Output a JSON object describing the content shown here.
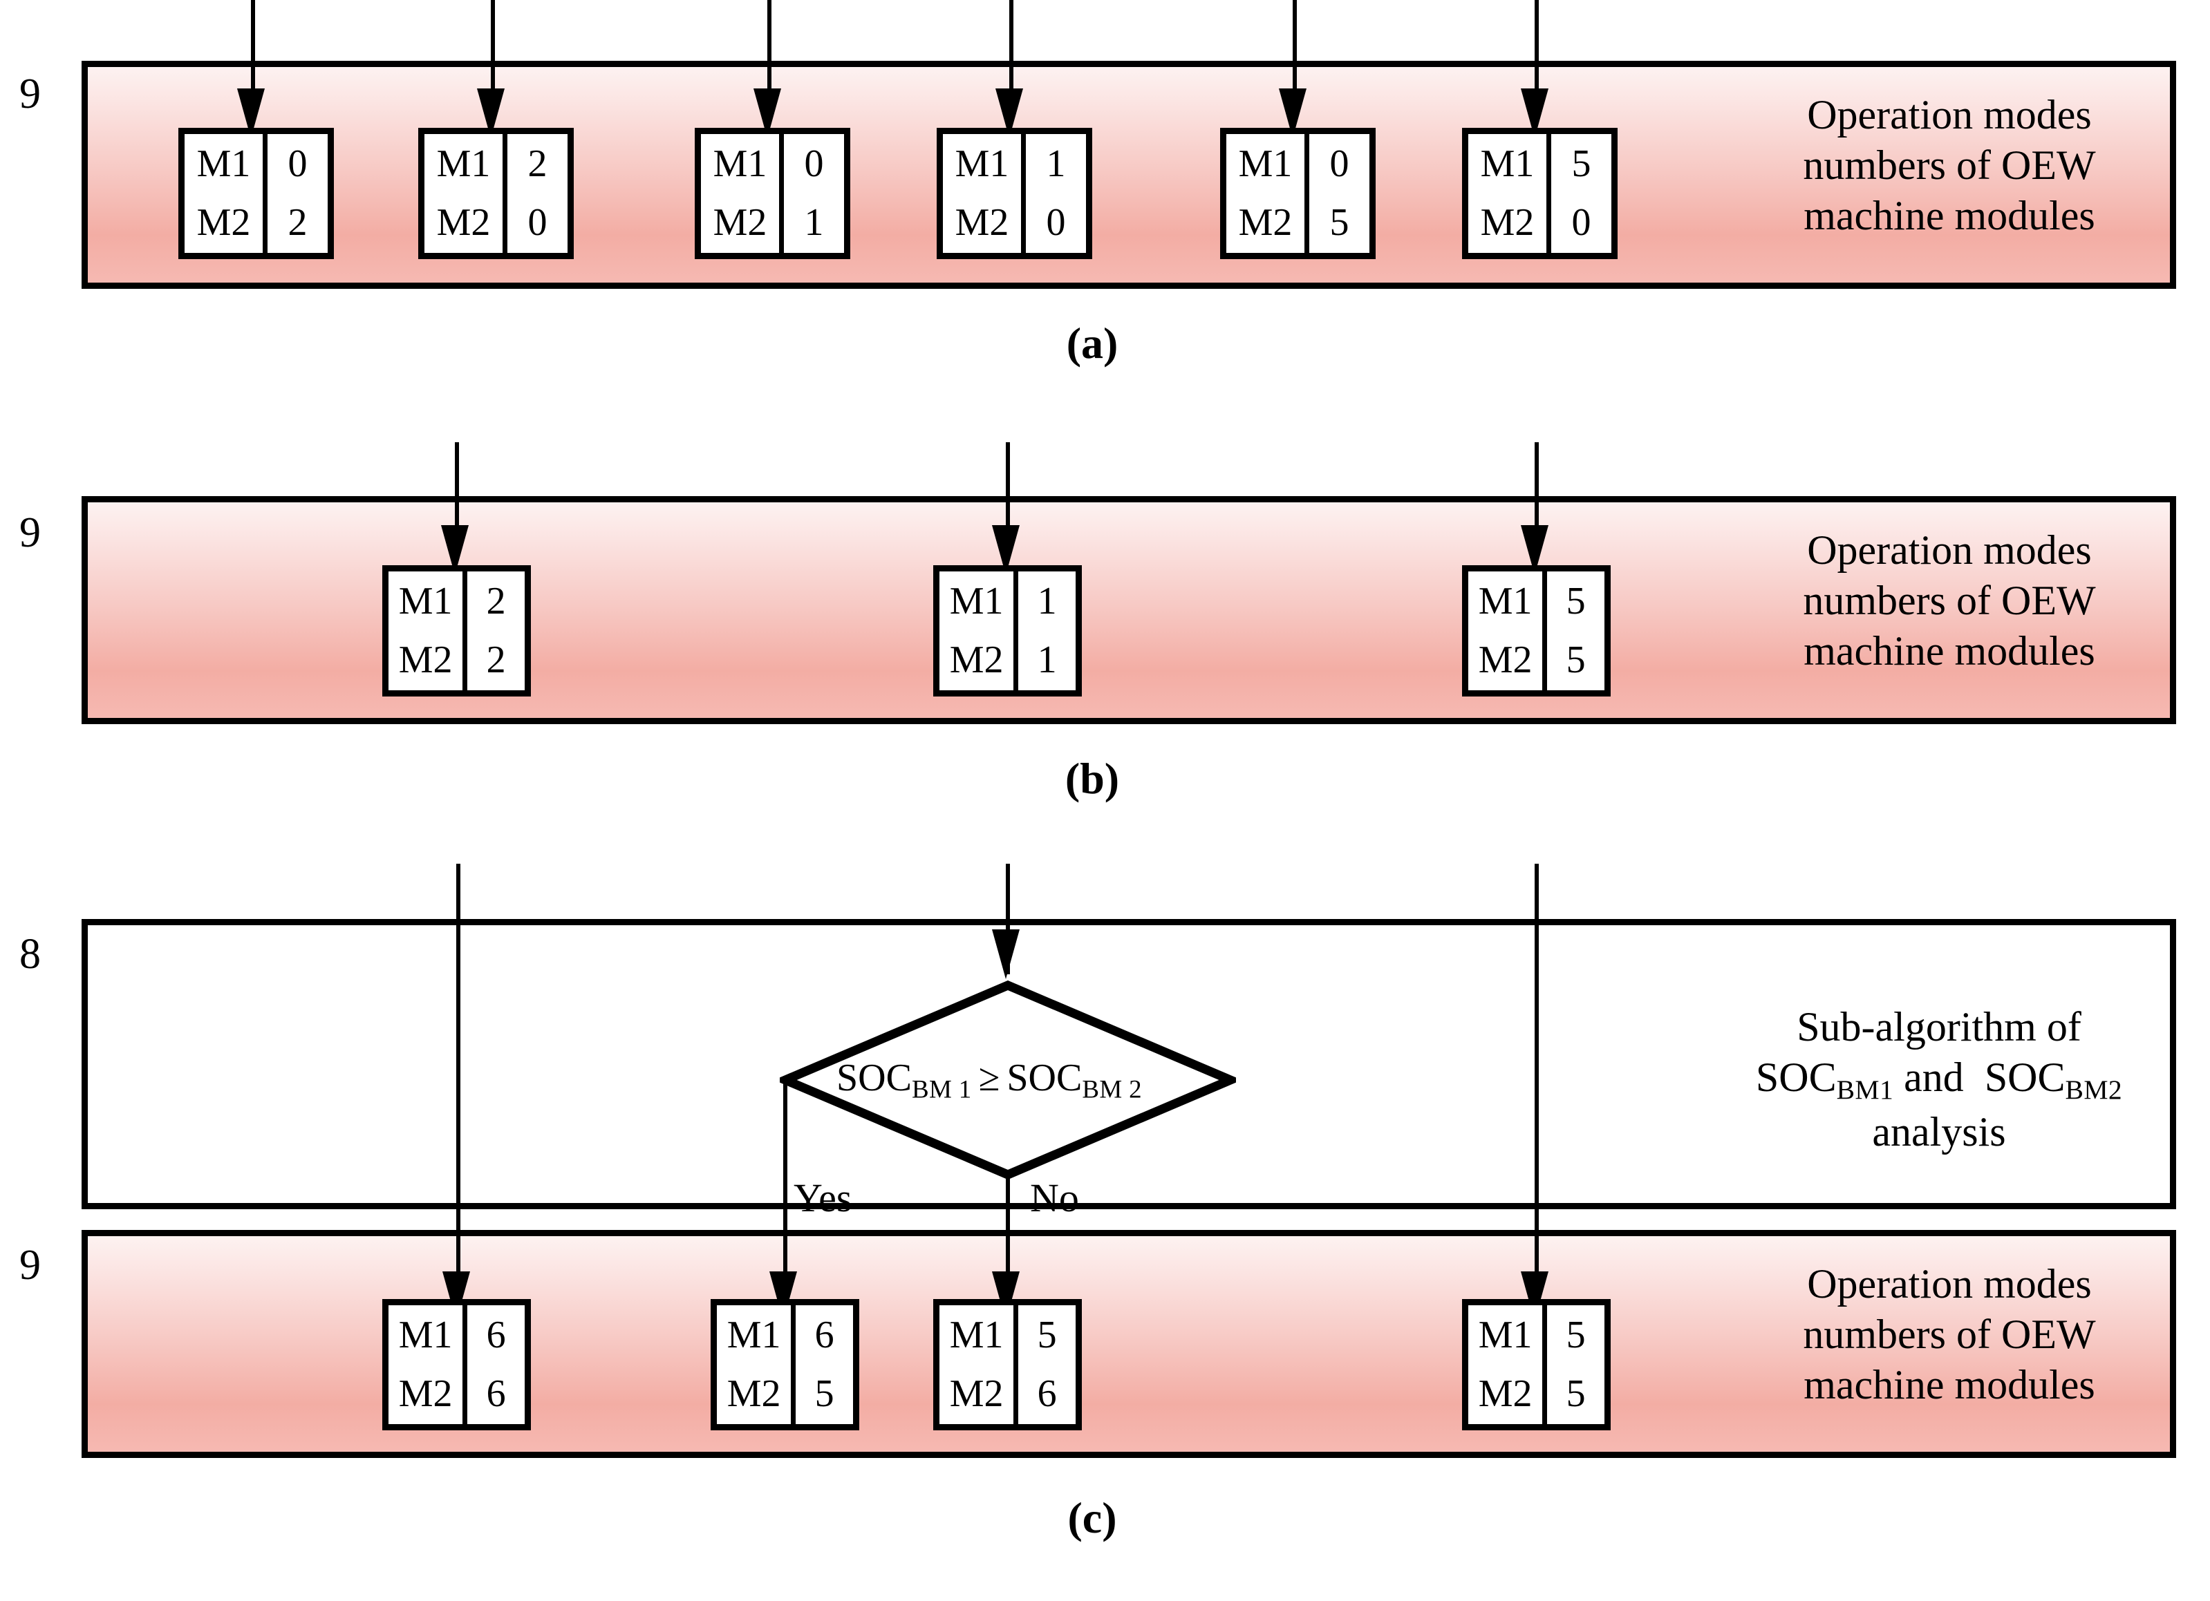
{
  "figure": {
    "panels": [
      {
        "id": "a",
        "letter": "(a)",
        "bands": [
          {
            "number": "9",
            "style": "pink",
            "caption": "Operation modes numbers of OEW machine modules",
            "caption_lines": [
              "Operation modes",
              "numbers of OEW",
              "machine modules"
            ],
            "boxes": [
              {
                "row1_label": "M1",
                "row1_value": "0",
                "row2_label": "M2",
                "row2_value": "2"
              },
              {
                "row1_label": "M1",
                "row1_value": "2",
                "row2_label": "M2",
                "row2_value": "0"
              },
              {
                "row1_label": "M1",
                "row1_value": "0",
                "row2_label": "M2",
                "row2_value": "1"
              },
              {
                "row1_label": "M1",
                "row1_value": "1",
                "row2_label": "M2",
                "row2_value": "0"
              },
              {
                "row1_label": "M1",
                "row1_value": "0",
                "row2_label": "M2",
                "row2_value": "5"
              },
              {
                "row1_label": "M1",
                "row1_value": "5",
                "row2_label": "M2",
                "row2_value": "0"
              }
            ]
          }
        ]
      },
      {
        "id": "b",
        "letter": "(b)",
        "bands": [
          {
            "number": "9",
            "style": "pink",
            "caption": "Operation modes numbers of OEW machine modules",
            "caption_lines": [
              "Operation modes",
              "numbers of OEW",
              "machine modules"
            ],
            "boxes": [
              {
                "row1_label": "M1",
                "row1_value": "2",
                "row2_label": "M2",
                "row2_value": "2"
              },
              {
                "row1_label": "M1",
                "row1_value": "1",
                "row2_label": "M2",
                "row2_value": "1"
              },
              {
                "row1_label": "M1",
                "row1_value": "5",
                "row2_label": "M2",
                "row2_value": "5"
              }
            ]
          }
        ]
      },
      {
        "id": "c",
        "letter": "(c)",
        "bands": [
          {
            "number": "8",
            "style": "white",
            "caption": "Sub-algorithm of SOCBM1 and SOCBM2 analysis",
            "caption_lines": [
              "Sub-algorithm of",
              "SOC",
              "analysis"
            ],
            "decision": {
              "text_left": "SOC",
              "sub_left": "BM 1",
              "operator": "≥",
              "text_right": "SOC",
              "sub_right": "BM 2",
              "yes_label": "Yes",
              "no_label": "No"
            }
          },
          {
            "number": "9",
            "style": "pink",
            "caption": "Operation modes numbers of OEW machine modules",
            "caption_lines": [
              "Operation modes",
              "numbers of OEW",
              "machine modules"
            ],
            "boxes": [
              {
                "row1_label": "M1",
                "row1_value": "6",
                "row2_label": "M2",
                "row2_value": "6"
              },
              {
                "row1_label": "M1",
                "row1_value": "6",
                "row2_label": "M2",
                "row2_value": "5"
              },
              {
                "row1_label": "M1",
                "row1_value": "5",
                "row2_label": "M2",
                "row2_value": "6"
              },
              {
                "row1_label": "M1",
                "row1_value": "5",
                "row2_label": "M2",
                "row2_value": "5"
              }
            ]
          }
        ]
      }
    ],
    "caption_c_line2": {
      "soc1": "SOC",
      "sub1": "BM1",
      "and": " and  ",
      "soc2": "SOC",
      "sub2": "BM2"
    }
  },
  "colors": {
    "band_fill_top": "#fdf2f1",
    "band_fill_bottom": "#f3ada4",
    "stroke": "#000000",
    "box_fill": "#ffffff"
  }
}
